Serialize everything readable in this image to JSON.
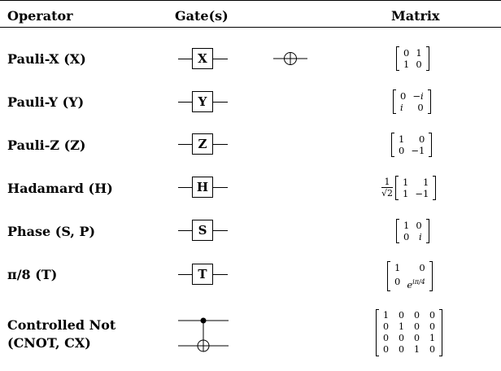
{
  "header": {
    "col_operator": "Operator",
    "col_gates": "Gate(s)",
    "col_matrix": "Matrix"
  },
  "rows": [
    {
      "operator": "Pauli-X (X)",
      "gate_letter": "X",
      "alt_symbol": "oplus",
      "matrix": [
        [
          "0",
          "1"
        ],
        [
          "1",
          "0"
        ]
      ]
    },
    {
      "operator": "Pauli-Y (Y)",
      "gate_letter": "Y",
      "matrix": [
        [
          "0",
          "−i"
        ],
        [
          "i",
          "0"
        ]
      ]
    },
    {
      "operator": "Pauli-Z (Z)",
      "gate_letter": "Z",
      "matrix": [
        [
          "1",
          "0"
        ],
        [
          "0",
          "−1"
        ]
      ]
    },
    {
      "operator": "Hadamard (H)",
      "gate_letter": "H",
      "prefactor_num": "1",
      "prefactor_den": "√2",
      "matrix": [
        [
          "1",
          "1"
        ],
        [
          "1",
          "−1"
        ]
      ]
    },
    {
      "operator": "Phase (S, P)",
      "gate_letter": "S",
      "matrix": [
        [
          "1",
          "0"
        ],
        [
          "0",
          "i"
        ]
      ]
    },
    {
      "operator": "π/8 (T)",
      "gate_letter": "T",
      "matrix": [
        [
          "1",
          "0"
        ],
        [
          "0",
          "e^{iπ/4}"
        ]
      ],
      "exp_base": "e",
      "exp_power": "iπ/4"
    },
    {
      "operator_line1": "Controlled Not",
      "operator_line2": "(CNOT, CX)",
      "gate_type": "cnot",
      "matrix": [
        [
          "1",
          "0",
          "0",
          "0"
        ],
        [
          "0",
          "1",
          "0",
          "0"
        ],
        [
          "0",
          "0",
          "0",
          "1"
        ],
        [
          "0",
          "0",
          "1",
          "0"
        ]
      ]
    }
  ]
}
